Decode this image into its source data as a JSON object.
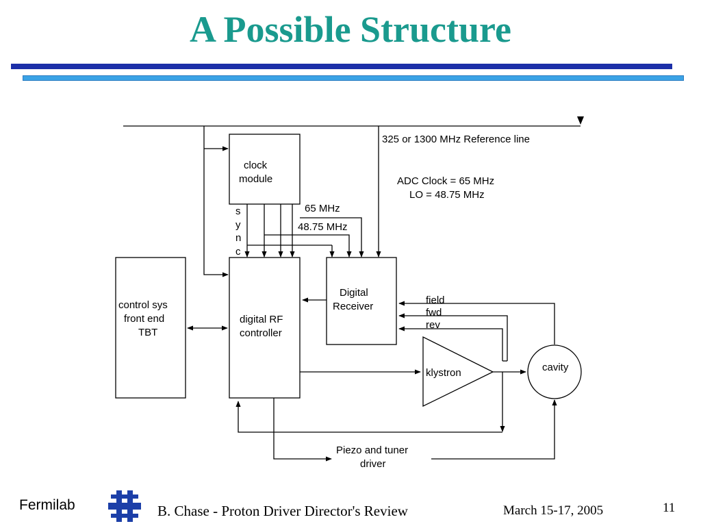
{
  "slide": {
    "title": "A Possible Structure"
  },
  "diagram": {
    "ref_line": "325 or 1300 MHz Reference line",
    "adc_clock": "ADC Clock = 65 MHz",
    "lo": "LO = 48.75 MHz",
    "clock_module": [
      "clock",
      "module"
    ],
    "sync": [
      "s",
      "y",
      "n",
      "c"
    ],
    "freq_65": "65 MHz",
    "freq_4875": "48.75 MHz",
    "control_sys": [
      "control sys",
      "front end",
      "TBT"
    ],
    "digital_rf": [
      "digital RF",
      "controller"
    ],
    "digital_receiver": [
      "Digital",
      "Receiver"
    ],
    "signals": [
      "field",
      "fwd",
      "rev"
    ],
    "klystron": "klystron",
    "cavity": "cavity",
    "piezo": [
      "Piezo and tuner",
      "driver"
    ]
  },
  "footer": {
    "org": "Fermilab",
    "author": "B. Chase - Proton Driver Director's Review",
    "date": "March 15-17, 2005",
    "page": "11"
  },
  "colors": {
    "title": "#1a9a8e",
    "rule_dark": "#1c2fa8",
    "rule_light": "#3ba3e6",
    "logo": "#1c3fa8"
  }
}
